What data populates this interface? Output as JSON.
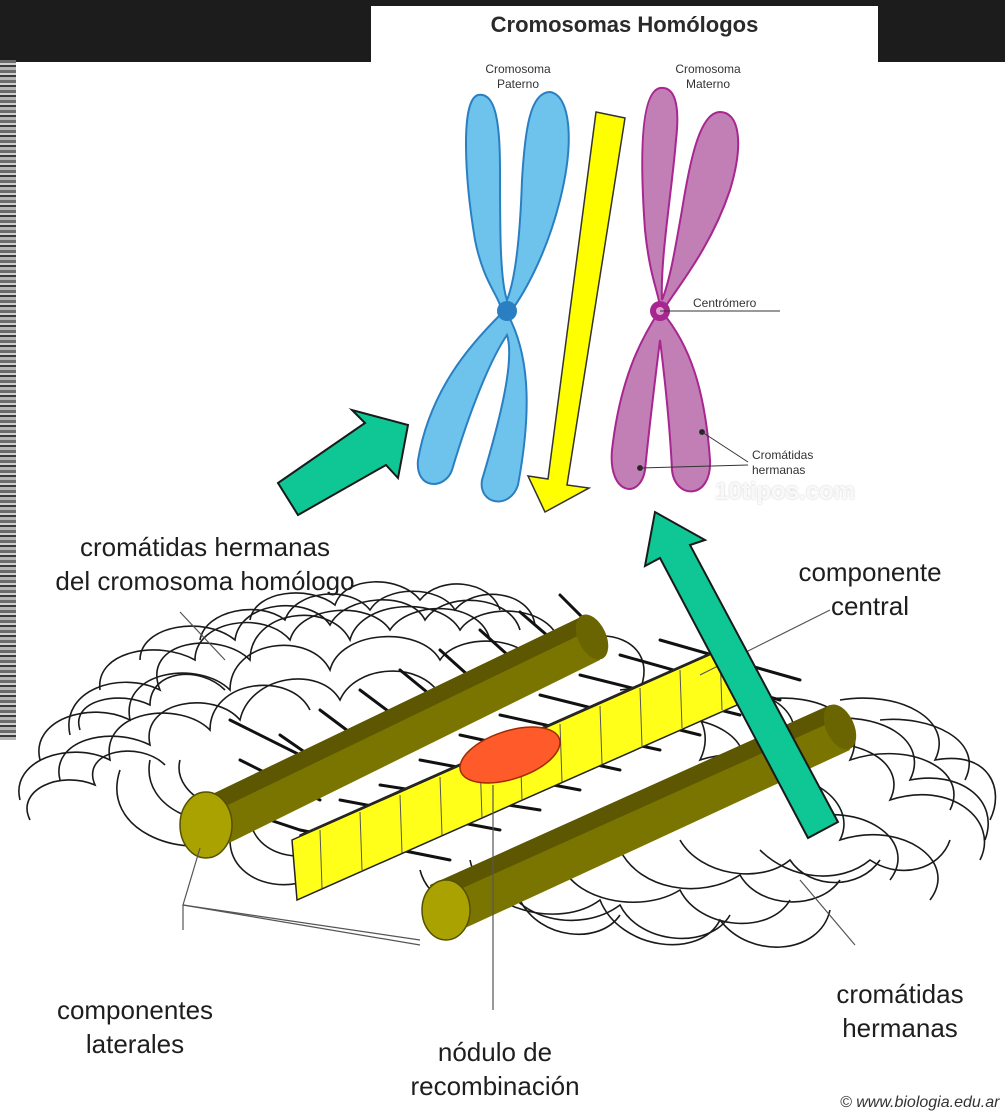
{
  "title": "Cromosomas Homólogos",
  "chromosomes": {
    "paternal_label_1": "Cromosoma",
    "paternal_label_2": "Paterno",
    "maternal_label_1": "Cromosoma",
    "maternal_label_2": "Materno",
    "centromere_label": "Centrómero",
    "sister_label_1": "Cromátidas",
    "sister_label_2": "hermanas",
    "watermark": "10tipos.com"
  },
  "complex": {
    "homolog_chromatids_1": "cromátidas hermanas",
    "homolog_chromatids_2": "del cromosoma homólogo",
    "central_component_1": "componente",
    "central_component_2": "central",
    "lateral_components_1": "componentes",
    "lateral_components_2": "laterales",
    "recombination_node_1": "nódulo de",
    "recombination_node_2": "recombinación",
    "sister_chromatids_1": "cromátidas",
    "sister_chromatids_2": "hermanas",
    "copyright": "© www.biologia.edu.ar"
  },
  "colors": {
    "paternal": "#6ec3ec",
    "maternal": "#c17fb6",
    "arrow_teal": "#0fc695",
    "arrow_yellow": "#ffff00",
    "lateral_component": "#7a7400",
    "central_component": "#ffff1a",
    "recombination_node": "#ff5a2a"
  }
}
